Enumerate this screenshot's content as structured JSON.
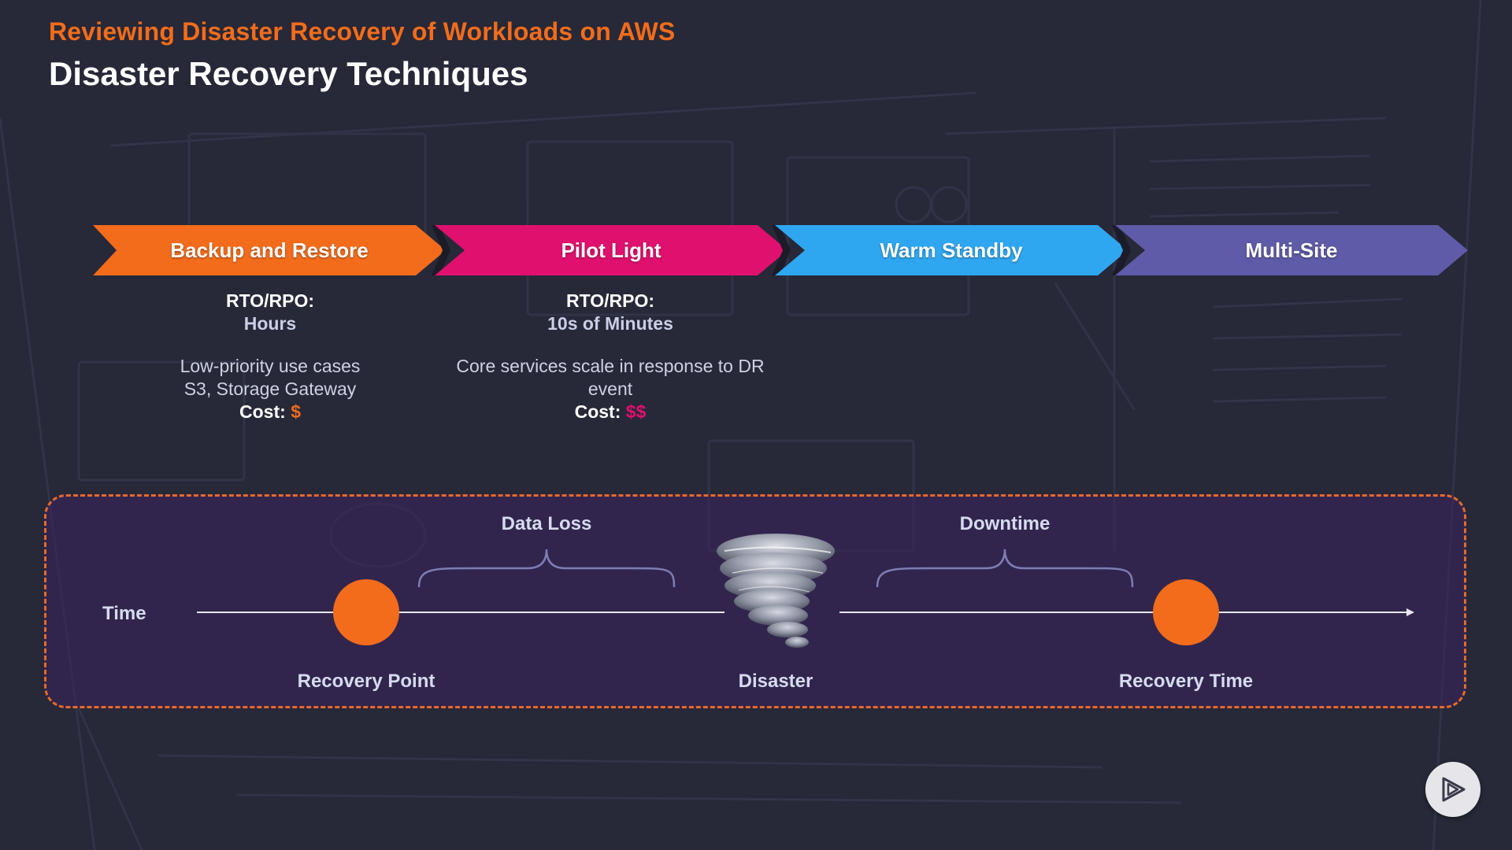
{
  "header": {
    "subtitle": "Reviewing Disaster Recovery of Workloads on AWS",
    "title": "Disaster Recovery Techniques"
  },
  "colors": {
    "orange": "#f26c1b",
    "pink": "#e0106e",
    "blue": "#2ea7f0",
    "purple": "#5e5ba8",
    "background": "#272838"
  },
  "techniques": [
    {
      "label": "Backup and Restore",
      "color": "#f26c1b"
    },
    {
      "label": "Pilot Light",
      "color": "#e0106e"
    },
    {
      "label": "Warm Standby",
      "color": "#2ea7f0"
    },
    {
      "label": "Multi-Site",
      "color": "#5e5ba8"
    }
  ],
  "details": [
    {
      "rto_label": "RTO/RPO:",
      "rto_value": "Hours",
      "desc_lines": [
        "Low-priority use cases",
        "S3, Storage Gateway"
      ],
      "cost_label": "Cost:",
      "cost_value": "$"
    },
    {
      "rto_label": "RTO/RPO:",
      "rto_value": "10s of Minutes",
      "desc_lines": [
        "Core services scale in response to DR",
        "event"
      ],
      "cost_label": "Cost:",
      "cost_value": "$$"
    }
  ],
  "timeline": {
    "axis_label": "Time",
    "data_loss_label": "Data Loss",
    "downtime_label": "Downtime",
    "recovery_point_label": "Recovery Point",
    "disaster_label": "Disaster",
    "recovery_time_label": "Recovery Time",
    "disaster_icon": "tornado-icon"
  },
  "player": {
    "icon": "play-logo-icon"
  }
}
